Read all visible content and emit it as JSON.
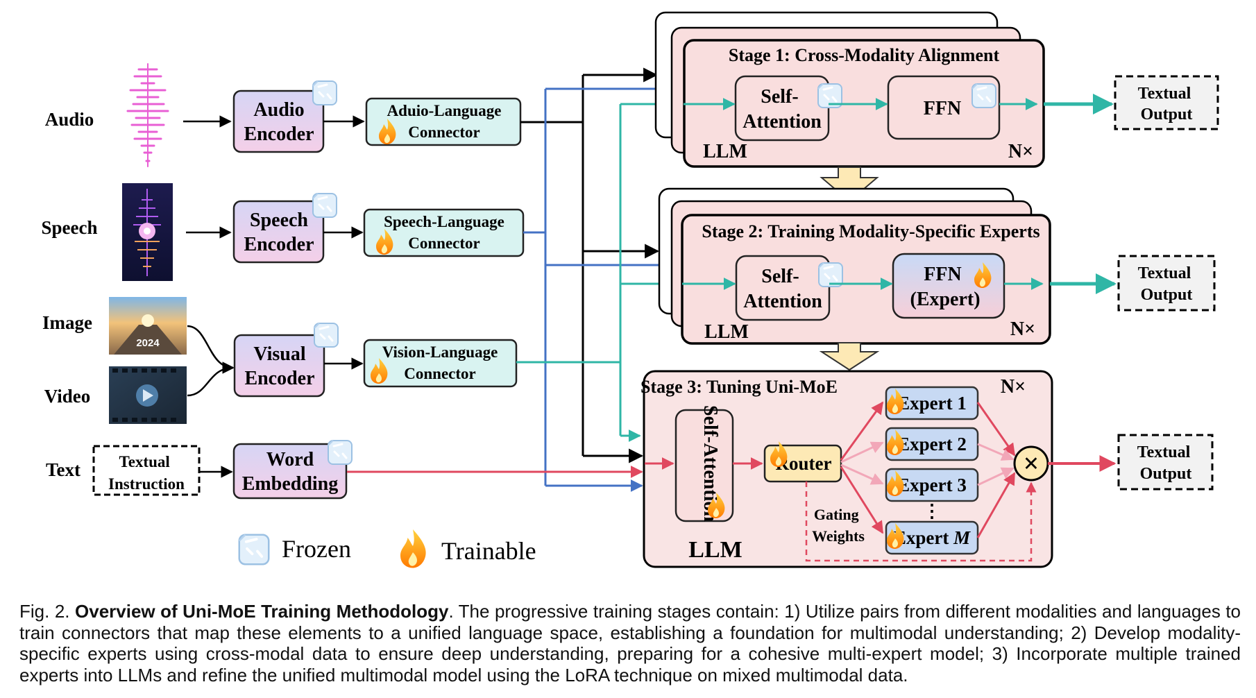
{
  "inputs": {
    "audio": "Audio",
    "speech": "Speech",
    "image": "Image",
    "video": "Video",
    "text": "Text",
    "image_year": "2024"
  },
  "encoders": {
    "audio": [
      "Audio",
      "Encoder"
    ],
    "speech": [
      "Speech",
      "Encoder"
    ],
    "visual": [
      "Visual",
      "Encoder"
    ],
    "word": [
      "Word",
      "Embedding"
    ],
    "textual_instruction": [
      "Textual",
      "Instruction"
    ]
  },
  "connectors": {
    "audio": [
      "Aduio-Language",
      "Connector"
    ],
    "speech": [
      "Speech-Language",
      "Connector"
    ],
    "vision": [
      "Vision-Language",
      "Connector"
    ]
  },
  "stage1": {
    "title": "Stage 1: Cross-Modality Alignment",
    "self_attention": [
      "Self-",
      "Attention"
    ],
    "ffn": "FFN",
    "llm": "LLM",
    "repeat": "N×",
    "output": [
      "Textual",
      "Output"
    ]
  },
  "stage2": {
    "title": "Stage 2: Training Modality-Specific Experts",
    "self_attention": [
      "Self-",
      "Attention"
    ],
    "ffn": [
      "FFN",
      "(Expert)"
    ],
    "llm": "LLM",
    "repeat": "N×",
    "output": [
      "Textual",
      "Output"
    ]
  },
  "stage3": {
    "title": "Stage 3: Tuning Uni-MoE",
    "repeat": "N×",
    "self_attention": "Self-Attention",
    "router": "Router",
    "experts": [
      "Expert 1",
      "Expert 2",
      "Expert 3"
    ],
    "expert_m_prefix": "Expert ",
    "expert_m_var": "M",
    "ellipsis": "⋮",
    "gating": [
      "Gating",
      "Weights"
    ],
    "combine": "×",
    "llm": "LLM",
    "output": [
      "Textual",
      "Output"
    ]
  },
  "legend": {
    "frozen": "Frozen",
    "trainable": "Trainable"
  },
  "caption": {
    "prefix": "Fig. 2. ",
    "title": "Overview of Uni-MoE Training Methodology",
    "body": ". The progressive training stages contain: 1) Utilize pairs from different modalities and languages to train connectors that map these elements to a unified language space, establishing a foundation for multimodal understanding; 2) Develop modality-specific experts using cross-modal data to ensure deep understanding, preparing for a cohesive multi-expert model; 3) Incorporate multiple trained experts into LLMs and refine the unified multimodal model using the LoRA technique on mixed multimodal data."
  },
  "colors": {
    "stage_fill": "#f9dede",
    "encoder_fill": "#e9d3f2",
    "connector_fill": "#d9f3f1",
    "router_fill": "#fde9b5",
    "expert_fill": "#c7d9f3",
    "teal": "#2fb6a6",
    "blue": "#4472c4",
    "red": "#e0485f",
    "pink": "#f2a7b8"
  }
}
